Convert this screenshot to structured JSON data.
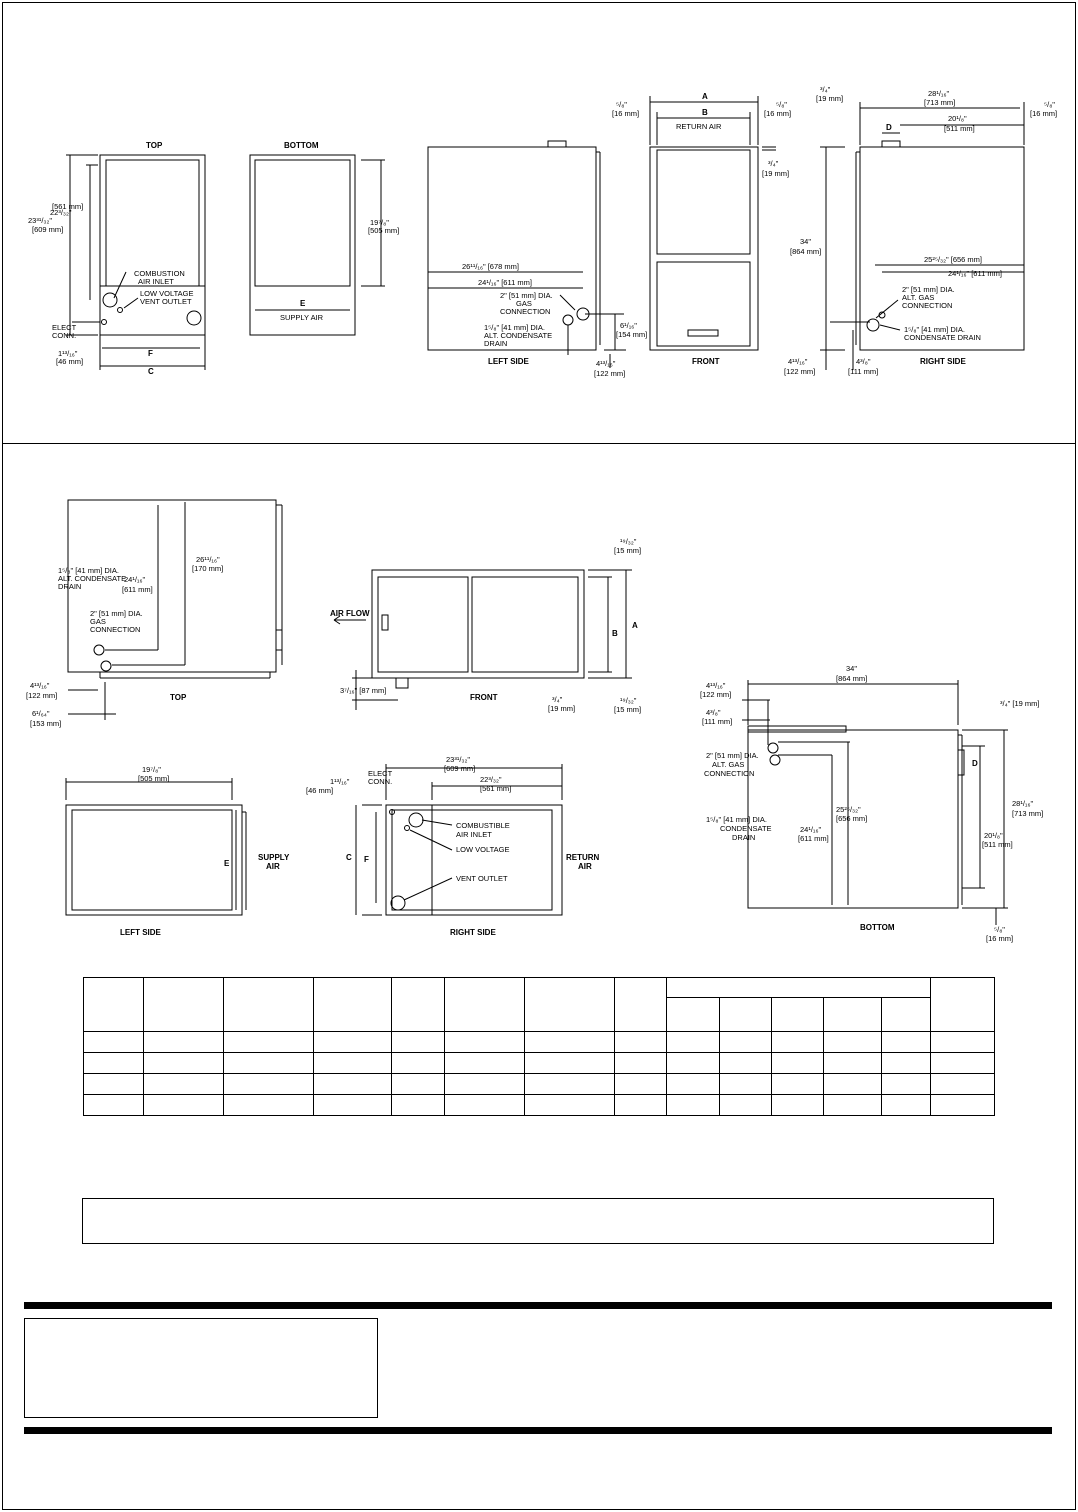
{
  "upflow": {
    "top": {
      "title": "TOP",
      "d_22": "22³/₃₂\"",
      "d_22mm": "[561 mm]",
      "d_23": "23³¹/₃₂\"",
      "d_23mm": "[609 mm]",
      "combustion": "COMBUSTION",
      "air_inlet": "AIR INLET",
      "low_voltage": "LOW VOLTAGE",
      "vent_outlet": "VENT OUTLET",
      "elect": "ELECT",
      "conn": "CONN.",
      "d_1": "1¹³/₁₆\"",
      "d_1mm": "[46 mm]",
      "f": "F",
      "c": "C"
    },
    "bottom": {
      "title": "BOTTOM",
      "d_19": "19⁷/₈\"",
      "d_19mm": "[505 mm]",
      "e": "E",
      "supply": "SUPPLY AIR"
    },
    "left": {
      "title": "LEFT SIDE",
      "d_26": "26¹¹/₁₆\" [678 mm]",
      "d_24": "24¹/₁₆\" [611 mm]",
      "gas1": "2\" [51 mm] DIA.",
      "gas2": "GAS",
      "gas3": "CONNECTION",
      "drain1": "1⁵/₈\" [41 mm] DIA.",
      "drain2": "ALT. CONDENSATE",
      "drain3": "DRAIN",
      "d_6": "6¹/₁₆\"",
      "d_6mm": "[154 mm]",
      "d_4": "4¹³/₁₆\"",
      "d_4mm": "[122 mm]"
    },
    "front": {
      "title": "FRONT",
      "a": "A",
      "b": "B",
      "return": "RETURN AIR",
      "d_l": "⁵/₈\"",
      "d_lmm": "[16 mm]",
      "d_r": "⁵/₈\"",
      "d_rmm": "[16 mm]",
      "d_3": "³/₄\"",
      "d_3mm": "[19 mm]",
      "d_34": "34\"",
      "d_34mm": "[864 mm]"
    },
    "right": {
      "title": "RIGHT SIDE",
      "d_t1": "³/₄\"",
      "d_t1mm": "[19 mm]",
      "d_28": "28¹/₁₆\"",
      "d_28mm": "[713 mm]",
      "d_t3": "⁵/₈\"",
      "d_t3mm": "[16 mm]",
      "d": "D",
      "d_20": "20¹/₈\"",
      "d_20mm": "[511 mm]",
      "d_25": "25²⁵/₃₂\" [656 mm]",
      "d_24": "24¹/₁₆\" [611 mm]",
      "gas1": "2\" [51 mm] DIA.",
      "gas2": "ALT. GAS",
      "gas3": "CONNECTION",
      "drain": "1⁵/₈\" [41 mm] DIA.",
      "drain2": "CONDENSATE DRAIN",
      "d_4": "4¹³/₁₆\"",
      "d_4mm": "[122 mm]",
      "d_43": "4³/₈\"",
      "d_43mm": "[111 mm]"
    }
  },
  "horizontal": {
    "top": {
      "title": "TOP",
      "drain1": "1⁵/₈\" [41 mm] DIA.",
      "drain2": "ALT. CONDENSATE",
      "drain3": "DRAIN",
      "d_26": "26¹¹/₁₆\"",
      "d_26mm": "[170 mm]",
      "d_24": "24¹/₁₆\"",
      "d_24mm": "[611 mm]",
      "gas1": "2\" [51 mm] DIA.",
      "gas2": "GAS",
      "gas3": "CONNECTION",
      "d_4": "4¹³/₁₆\"",
      "d_4mm": "[122 mm]",
      "d_6": "6¹/₆₄\"",
      "d_6mm": "[153 mm]"
    },
    "front": {
      "title": "FRONT",
      "airflow": "AIR FLOW",
      "b": "B",
      "a": "A",
      "d_t": "¹⁹/₃₂\"",
      "d_tmm": "[15 mm]",
      "d_3": "3⁷/₁₆\" [87 mm]",
      "d_34": "³/₄\"",
      "d_34mm": "[19 mm]",
      "d_b": "¹⁹/₃₂\"",
      "d_bmm": "[15 mm]"
    },
    "left": {
      "title": "LEFT SIDE",
      "d_19": "19⁷/₈\"",
      "d_19mm": "[505 mm]",
      "e": "E",
      "supply1": "SUPPLY",
      "supply2": "AIR"
    },
    "right": {
      "title": "RIGHT SIDE",
      "d_1": "1¹³/₁₆\"",
      "d_1mm": "[46 mm]",
      "elect": "ELECT",
      "conn": "CONN.",
      "d_23": "23³¹/₃₂\"",
      "d_23mm": "[609 mm]",
      "d_22": "22³/₃₂\"",
      "d_22mm": "[561 mm]",
      "comb1": "COMBUSTIBLE",
      "comb2": "AIR INLET",
      "low": "LOW VOLTAGE",
      "vent": "VENT OUTLET",
      "c": "C",
      "f": "F",
      "return1": "RETURN",
      "return2": "AIR"
    },
    "bottom": {
      "title": "BOTTOM",
      "d_34": "34\"",
      "d_34mm": "[864 mm]",
      "d_4": "4¹³/₁₆\"",
      "d_4mm": "[122 mm]",
      "d_43": "4³/₈\"",
      "d_43mm": "[111 mm]",
      "d_t": "³/₄\" [19 mm]",
      "gas1": "2\" [51 mm] DIA.",
      "gas2": "ALT. GAS",
      "gas3": "CONNECTION",
      "drain1": "1⁵/₈\" [41 mm] DIA.",
      "drain2": "CONDENSATE",
      "drain3": "DRAIN",
      "d_25": "25²⁵/₃₂\"",
      "d_25mm": "[656 mm]",
      "d_24": "24¹/₁₆\"",
      "d_24mm": "[611 mm]",
      "d": "D",
      "d_28": "28¹/₁₆\"",
      "d_28mm": "[713 mm]",
      "d_20": "20¹/₈\"",
      "d_20mm": "[511 mm]",
      "d_5": "⁵/₈\"",
      "d_5mm": "[16 mm]"
    }
  }
}
